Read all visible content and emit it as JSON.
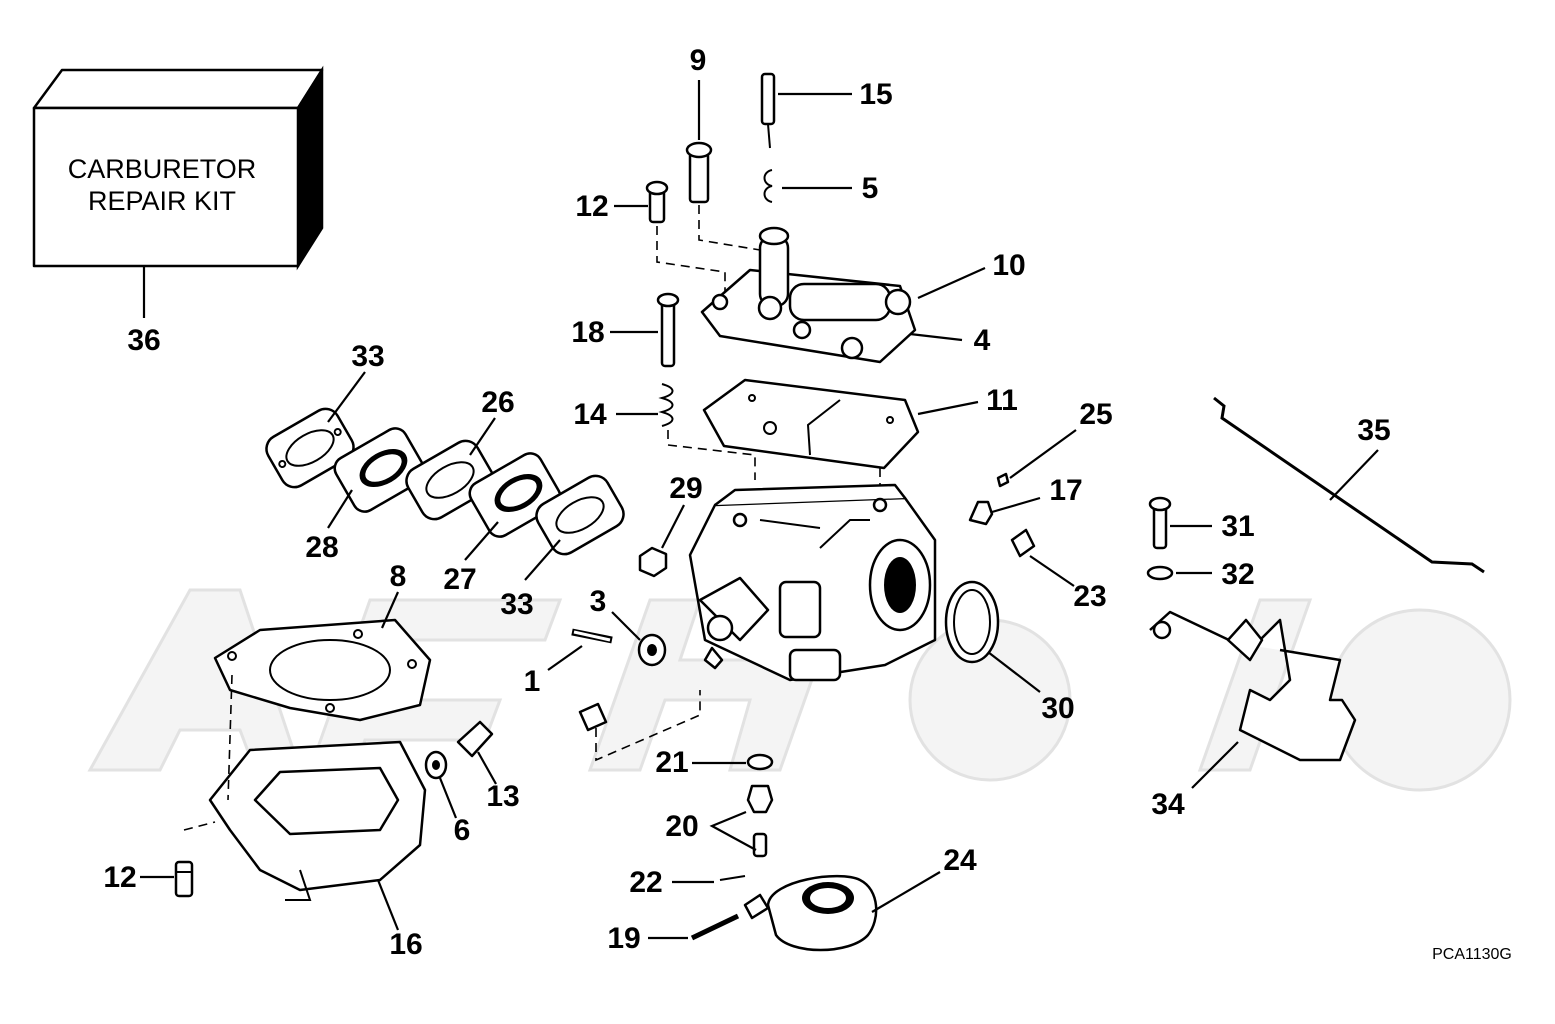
{
  "kit_label_line1": "CARBURETOR",
  "kit_label_line2": "REPAIR KIT",
  "figure_code": "PCA1130G",
  "callouts": {
    "c1": "1",
    "c3": "3",
    "c4": "4",
    "c5": "5",
    "c6": "6",
    "c8": "8",
    "c9": "9",
    "c10": "10",
    "c11": "11",
    "c12a": "12",
    "c12b": "12",
    "c13": "13",
    "c14": "14",
    "c15": "15",
    "c16": "16",
    "c17": "17",
    "c18": "18",
    "c19": "19",
    "c20": "20",
    "c21": "21",
    "c22": "22",
    "c23": "23",
    "c24": "24",
    "c25": "25",
    "c26": "26",
    "c27": "27",
    "c28": "28",
    "c29": "29",
    "c30": "30",
    "c31": "31",
    "c32": "32",
    "c33a": "33",
    "c33b": "33",
    "c34": "34",
    "c35": "35",
    "c36": "36"
  }
}
